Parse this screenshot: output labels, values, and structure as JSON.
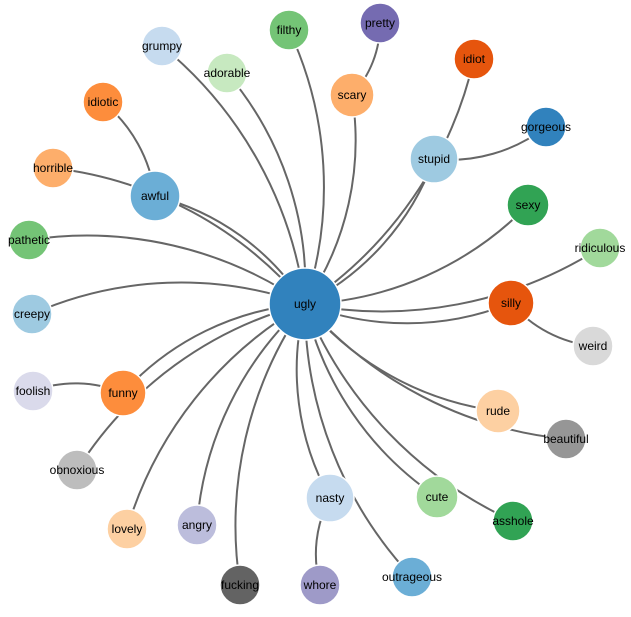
{
  "graph": {
    "center": {
      "label": "ugly",
      "color": "#3182bd"
    },
    "nodes": [
      {
        "id": "grumpy",
        "label": "grumpy",
        "color": "#c6dbef",
        "parent": "ugly"
      },
      {
        "id": "filthy",
        "label": "filthy",
        "color": "#74c476",
        "parent": "ugly"
      },
      {
        "id": "pretty",
        "label": "pretty",
        "color": "#756bb1",
        "parent": "scary"
      },
      {
        "id": "adorable",
        "label": "adorable",
        "color": "#c7e9c0",
        "parent": "ugly"
      },
      {
        "id": "scary",
        "label": "scary",
        "color": "#fdae6b",
        "parent": "ugly"
      },
      {
        "id": "idiot",
        "label": "idiot",
        "color": "#e6550d",
        "parent": "ugly"
      },
      {
        "id": "idiotic",
        "label": "idiotic",
        "color": "#fd8d3c",
        "parent": "awful"
      },
      {
        "id": "gorgeous",
        "label": "gorgeous",
        "color": "#3182bd",
        "parent": "stupid"
      },
      {
        "id": "stupid",
        "label": "stupid",
        "color": "#9ecae1",
        "parent": "ugly"
      },
      {
        "id": "horrible",
        "label": "horrible",
        "color": "#fdae6b",
        "parent": "ugly"
      },
      {
        "id": "awful",
        "label": "awful",
        "color": "#6baed6",
        "parent": "ugly"
      },
      {
        "id": "sexy",
        "label": "sexy",
        "color": "#31a354",
        "parent": "ugly"
      },
      {
        "id": "ridiculous",
        "label": "ridiculous",
        "color": "#a1d99b",
        "parent": "ugly"
      },
      {
        "id": "pathetic",
        "label": "pathetic",
        "color": "#74c476",
        "parent": "ugly"
      },
      {
        "id": "silly",
        "label": "silly",
        "color": "#e6550d",
        "parent": "ugly"
      },
      {
        "id": "creepy",
        "label": "creepy",
        "color": "#9ecae1",
        "parent": "ugly"
      },
      {
        "id": "weird",
        "label": "weird",
        "color": "#d9d9d9",
        "parent": "silly"
      },
      {
        "id": "foolish",
        "label": "foolish",
        "color": "#dadaeb",
        "parent": "funny"
      },
      {
        "id": "funny",
        "label": "funny",
        "color": "#fd8d3c",
        "parent": "ugly"
      },
      {
        "id": "rude",
        "label": "rude",
        "color": "#fdd0a2",
        "parent": "ugly"
      },
      {
        "id": "beautiful",
        "label": "beautiful",
        "color": "#969696",
        "parent": "ugly"
      },
      {
        "id": "obnoxious",
        "label": "obnoxious",
        "color": "#bdbdbd",
        "parent": "ugly"
      },
      {
        "id": "nasty",
        "label": "nasty",
        "color": "#c6dbef",
        "parent": "ugly"
      },
      {
        "id": "cute",
        "label": "cute",
        "color": "#a1d99b",
        "parent": "ugly"
      },
      {
        "id": "lovely",
        "label": "lovely",
        "color": "#fdd0a2",
        "parent": "ugly"
      },
      {
        "id": "angry",
        "label": "angry",
        "color": "#bcbddc",
        "parent": "ugly"
      },
      {
        "id": "asshole",
        "label": "asshole",
        "color": "#31a354",
        "parent": "ugly"
      },
      {
        "id": "fucking",
        "label": "fucking",
        "color": "#636363",
        "parent": "ugly"
      },
      {
        "id": "whore",
        "label": "whore",
        "color": "#9e9ac8",
        "parent": "nasty"
      },
      {
        "id": "outrageous",
        "label": "outrageous",
        "color": "#6baed6",
        "parent": "ugly"
      }
    ]
  }
}
